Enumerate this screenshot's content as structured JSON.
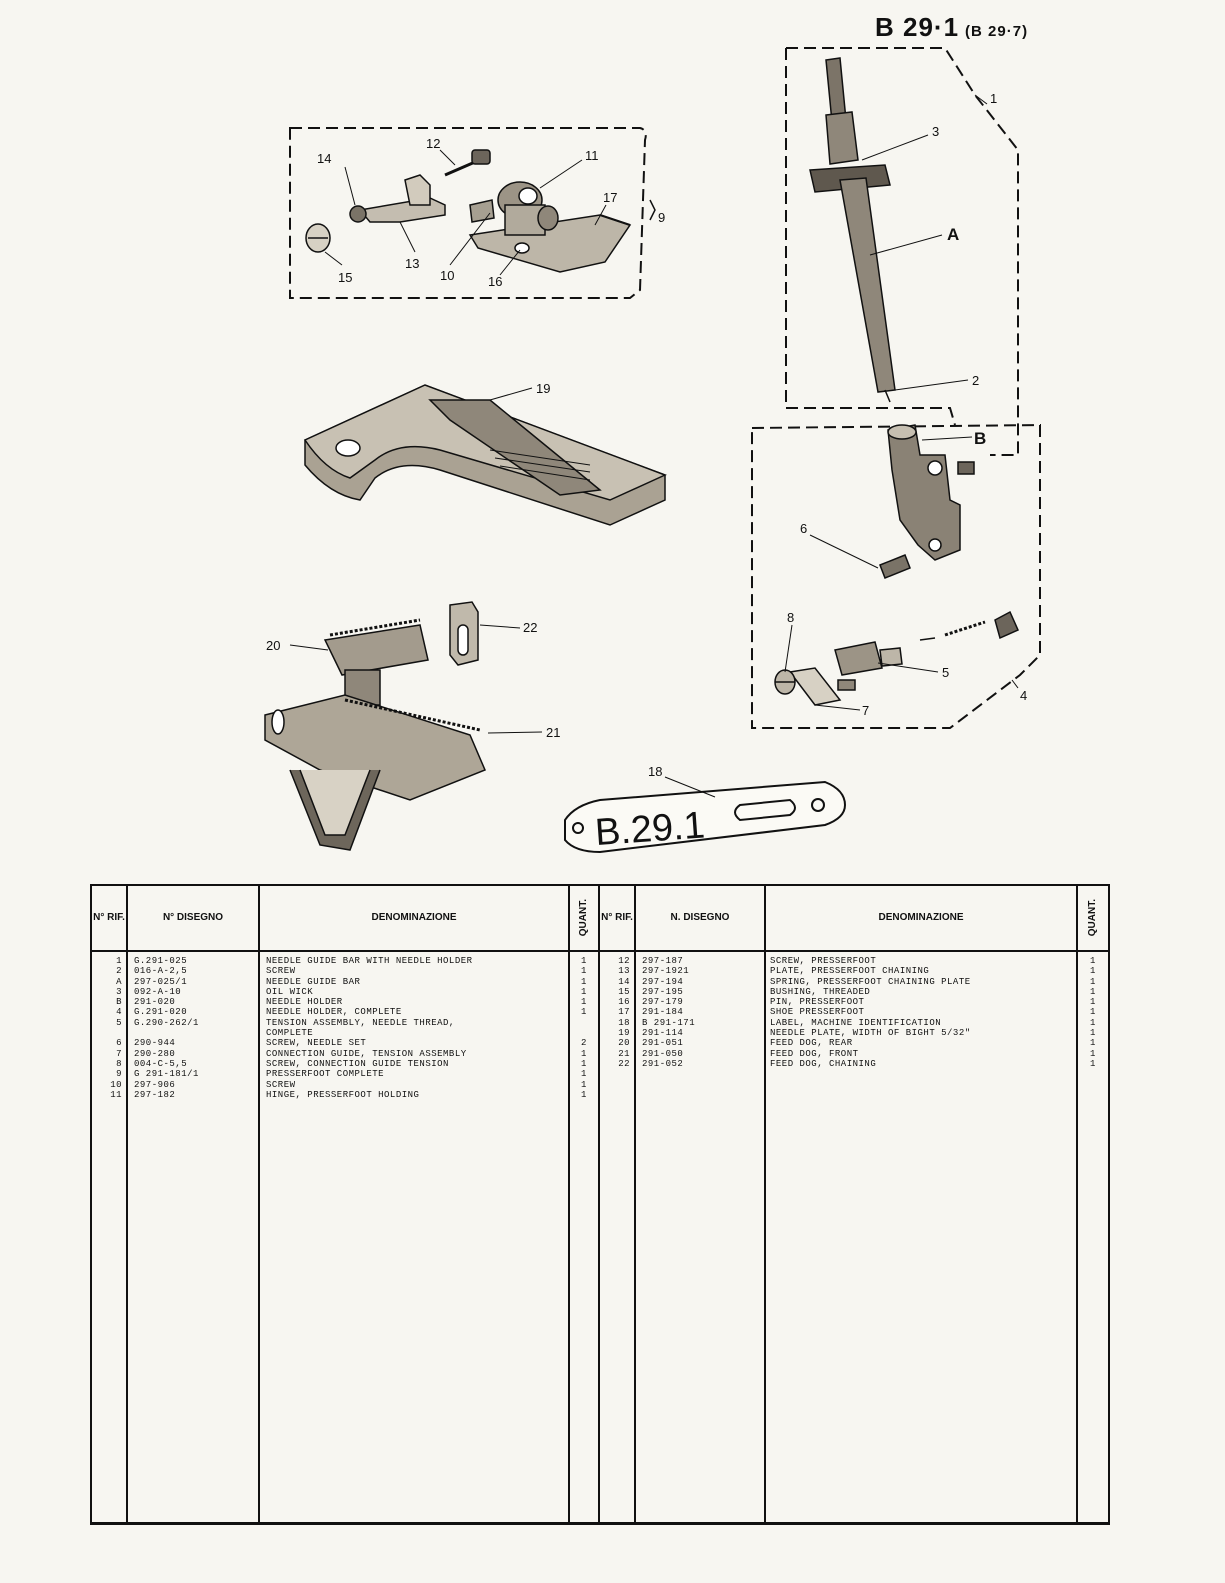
{
  "header": {
    "title": "B 29·1",
    "subtitle": "(B 29·7)"
  },
  "callouts": {
    "c1": "1",
    "c2": "2",
    "c3": "3",
    "cA": "A",
    "cB": "B",
    "c4": "4",
    "c5": "5",
    "c6": "6",
    "c7": "7",
    "c8": "8",
    "c9": "9",
    "c10": "10",
    "c11": "11",
    "c12": "12",
    "c13": "13",
    "c14": "14",
    "c15": "15",
    "c16": "16",
    "c17": "17",
    "c18": "18",
    "c19": "19",
    "c20": "20",
    "c21": "21",
    "c22": "22"
  },
  "label_plate": "B.29.1",
  "table": {
    "headers": {
      "rif": "N° RIF.",
      "disegno_left": "N° DISEGNO",
      "denominazione": "DENOMINAZIONE",
      "quant": "QUANT.",
      "rif_right": "N° RIF.",
      "disegno_right": "N. DISEGNO"
    },
    "left_rows": [
      {
        "rif": "1",
        "num": "G.291-025",
        "desc": "NEEDLE GUIDE BAR WITH NEEDLE HOLDER",
        "qty": "1"
      },
      {
        "rif": "2",
        "num": "016-A-2,5",
        "desc": "SCREW",
        "qty": "1"
      },
      {
        "rif": "A",
        "num": "297-025/1",
        "desc": "NEEDLE GUIDE BAR",
        "qty": "1"
      },
      {
        "rif": "3",
        "num": "092-A-10",
        "desc": "OIL WICK",
        "qty": "1"
      },
      {
        "rif": "B",
        "num": "291-020",
        "desc": "NEEDLE HOLDER",
        "qty": "1"
      },
      {
        "rif": "4",
        "num": "G.291-020",
        "desc": "NEEDLE HOLDER, COMPLETE",
        "qty": "1"
      },
      {
        "rif": "5",
        "num": "G.290-262/1",
        "desc": "TENSION ASSEMBLY, NEEDLE THREAD,",
        "qty": ""
      },
      {
        "rif": "",
        "num": "",
        "desc": "COMPLETE",
        "qty": ""
      },
      {
        "rif": "6",
        "num": "290-944",
        "desc": "SCREW, NEEDLE SET",
        "qty": "2"
      },
      {
        "rif": "7",
        "num": "290-280",
        "desc": "CONNECTION GUIDE, TENSION ASSEMBLY",
        "qty": "1"
      },
      {
        "rif": "8",
        "num": "004-C-5,5",
        "desc": "SCREW, CONNECTION GUIDE TENSION",
        "qty": "1"
      },
      {
        "rif": "9",
        "num": "G 291-181/1",
        "desc": "PRESSERFOOT COMPLETE",
        "qty": "1"
      },
      {
        "rif": "10",
        "num": "297-906",
        "desc": "SCREW",
        "qty": "1"
      },
      {
        "rif": "11",
        "num": "297-182",
        "desc": "HINGE, PRESSERFOOT HOLDING",
        "qty": "1"
      }
    ],
    "right_rows": [
      {
        "rif": "12",
        "num": "297-187",
        "desc": "SCREW, PRESSERFOOT",
        "qty": "1"
      },
      {
        "rif": "13",
        "num": "297-1921",
        "desc": "PLATE, PRESSERFOOT CHAINING",
        "qty": "1"
      },
      {
        "rif": "14",
        "num": "297-194",
        "desc": "SPRING, PRESSERFOOT CHAINING PLATE",
        "qty": "1"
      },
      {
        "rif": "15",
        "num": "297-195",
        "desc": "BUSHING, THREADED",
        "qty": "1"
      },
      {
        "rif": "16",
        "num": "297-179",
        "desc": "PIN, PRESSERFOOT",
        "qty": "1"
      },
      {
        "rif": "17",
        "num": "291-184",
        "desc": "SHOE PRESSERFOOT",
        "qty": "1"
      },
      {
        "rif": "18",
        "num": "B 291-171",
        "desc": "LABEL, MACHINE IDENTIFICATION",
        "qty": "1"
      },
      {
        "rif": "19",
        "num": "291-114",
        "desc": "NEEDLE PLATE, WIDTH OF BIGHT 5/32\"",
        "qty": "1"
      },
      {
        "rif": "20",
        "num": "291-051",
        "desc": "FEED DOG, REAR",
        "qty": "1"
      },
      {
        "rif": "21",
        "num": "291-050",
        "desc": "FEED DOG, FRONT",
        "qty": "1"
      },
      {
        "rif": "22",
        "num": "291-052",
        "desc": "FEED DOG, CHAINING",
        "qty": "1"
      }
    ]
  }
}
